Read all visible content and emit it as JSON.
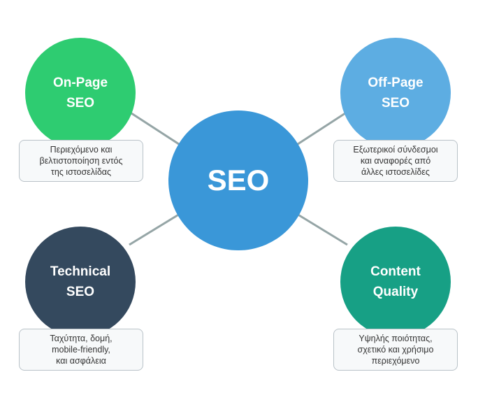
{
  "center": {
    "label": "SEO",
    "color": "#3a97d8"
  },
  "nodes": [
    {
      "id": "on-page",
      "title": "On-Page\nSEO",
      "description": "Περιεχόμενο και\nβελτιστοποίηση εντός\nτης ιστοσελίδας",
      "color": "#2ecc71"
    },
    {
      "id": "off-page",
      "title": "Off-Page\nSEO",
      "description": "Εξωτερικοί σύνδεσμοι\nκαι αναφορές από\nάλλες ιστοσελίδες",
      "color": "#5dade2"
    },
    {
      "id": "technical",
      "title": "Technical\nSEO",
      "description": "Ταχύτητα, δομή,\nmobile-friendly,\nκαι ασφάλεια",
      "color": "#34495e"
    },
    {
      "id": "content-quality",
      "title": "Content\nQuality",
      "description": "Υψηλής ποιότητας,\nσχετικό και χρήσιμο\nπεριεχόμενο",
      "color": "#17a085"
    }
  ],
  "connector_color": "#95a5a6"
}
